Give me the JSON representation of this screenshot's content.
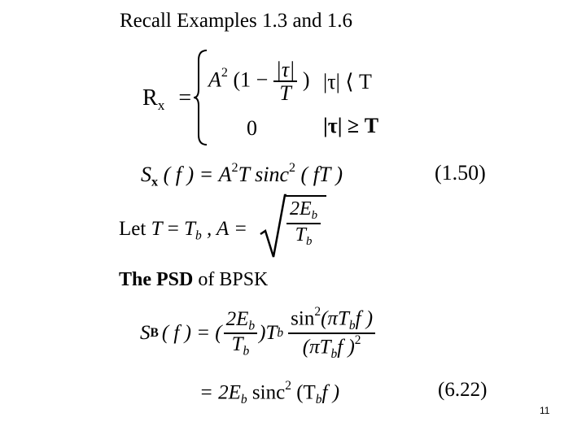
{
  "heading": "Recall Examples 1.3 and 1.6",
  "rx": {
    "lhs": "R",
    "lhs_sub": "x",
    "equals": "=",
    "case1": {
      "A": "A",
      "A_exp": "2",
      "open": "(1 −",
      "frac_num": "|τ|",
      "frac_den": "T",
      "close": ")",
      "cond": "|τ| ⟨ T"
    },
    "case2": {
      "value": "0",
      "cond": "|τ| ≥ T"
    }
  },
  "sx": {
    "lhs": "S",
    "lhs_sub": "x",
    "arg": "( f ) =",
    "A": "A",
    "A_exp": "2",
    "rest": "T sinc",
    "rest_exp": "2",
    "arg2": "( fT )",
    "number": "(1.50)"
  },
  "let": {
    "text": "Let",
    "T": "T",
    "eq1": "=",
    "Tb": "T",
    "Tb_sub": "b",
    "comma": ", A =",
    "sqrt_num": "2E",
    "sqrt_num_sub": "b",
    "sqrt_den": "T",
    "sqrt_den_sub": "b"
  },
  "psd_heading": {
    "bold": "The PSD",
    "normal": "of BPSK"
  },
  "sb": {
    "lhs": "S",
    "lhs_sub": "B",
    "arg": "( f ) = (",
    "f1_num": "2E",
    "f1_num_sub": "b",
    "f1_den": "T",
    "f1_den_sub": "b",
    "mid": ")T",
    "mid_sub": "b",
    "f2_num": "sin",
    "f2_num_exp": "2",
    "f2_num_arg": "(πT",
    "f2_num_arg_sub": "b",
    "f2_num_arg_end": "f )",
    "f2_den": "(πT",
    "f2_den_sub": "b",
    "f2_den_end": "f )",
    "f2_den_exp": "2"
  },
  "sb2": {
    "eq": "= 2E",
    "eq_sub": "b",
    "sinc": " sinc",
    "sinc_exp": "2",
    "arg": " (T",
    "arg_sub": "b",
    "arg_end": "f )",
    "number": "(6.22)"
  },
  "page_number": "11"
}
